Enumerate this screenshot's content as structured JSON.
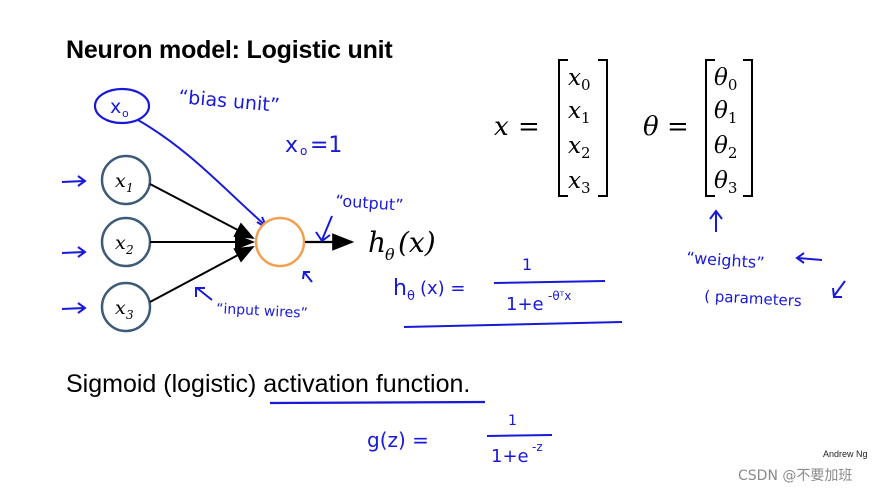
{
  "title": "Neuron model: Logistic unit",
  "caption": {
    "prefix": "Sigmoid (logistic) ",
    "underlined": "activation function",
    "suffix": "."
  },
  "credit": "Andrew Ng",
  "watermark": "CSDN @不要加班",
  "network": {
    "bias_node": "x",
    "bias_sub": "o",
    "inputs": [
      {
        "var": "x",
        "sub": "1"
      },
      {
        "var": "x",
        "sub": "2"
      },
      {
        "var": "x",
        "sub": "3"
      }
    ],
    "output_main": "h",
    "output_sub": "θ",
    "output_arg": "(x)"
  },
  "annotations": {
    "bias_unit": "“bias unit”",
    "x0_var": "x",
    "x0_sub": "o",
    "x0_eq": "=1",
    "output": "“output”",
    "input_wires": "“input wires”",
    "weights": "“weights”",
    "parameters": "( parameters",
    "h_lhs_main": "h",
    "h_lhs_sub": "θ",
    "h_lhs_arg": "(x) =",
    "h_num": "1",
    "h_den": "1+e",
    "h_exp": "-θᵀx",
    "g_lhs": "g(z) =",
    "g_num": "1",
    "g_den": "1+e",
    "g_exp": "-z"
  },
  "vectors": {
    "x": {
      "symbol": "x",
      "eq": "=",
      "items": [
        "x0",
        "x1",
        "x2",
        "x3"
      ]
    },
    "theta": {
      "symbol": "θ",
      "eq": "=",
      "items": [
        "θ0",
        "θ1",
        "θ2",
        "θ3"
      ]
    }
  },
  "colors": {
    "node_stroke": "#3d5a78",
    "output_stroke": "#f0a050",
    "ink": "#1919d8"
  }
}
